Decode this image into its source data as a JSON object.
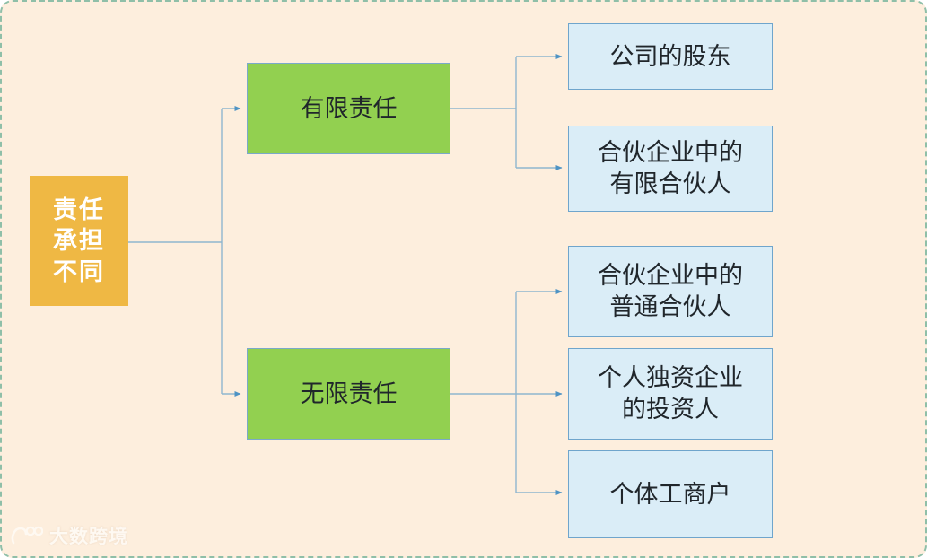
{
  "diagram": {
    "type": "tree",
    "title_text": "责任承担不同",
    "background_color": "#fdeedd",
    "border_color": "#8fbfa8",
    "root": {
      "label": "责任\n承担\n不同",
      "fill": "#efb844",
      "text_color": "#ffffff"
    },
    "branches": [
      {
        "label": "有限责任",
        "fill": "#92d050",
        "children": [
          {
            "label": "公司的股东",
            "fill": "#daedf7"
          },
          {
            "label": "合伙企业中的\n有限合伙人",
            "fill": "#daedf7"
          }
        ]
      },
      {
        "label": "无限责任",
        "fill": "#92d050",
        "children": [
          {
            "label": "合伙企业中的\n普通合伙人",
            "fill": "#daedf7"
          },
          {
            "label": "个人独资企业\n的投资人",
            "fill": "#daedf7"
          },
          {
            "label": "个体工商户",
            "fill": "#daedf7"
          }
        ]
      }
    ],
    "connector_color": "#7aa9c9"
  },
  "watermark": {
    "text": "大数跨境"
  }
}
